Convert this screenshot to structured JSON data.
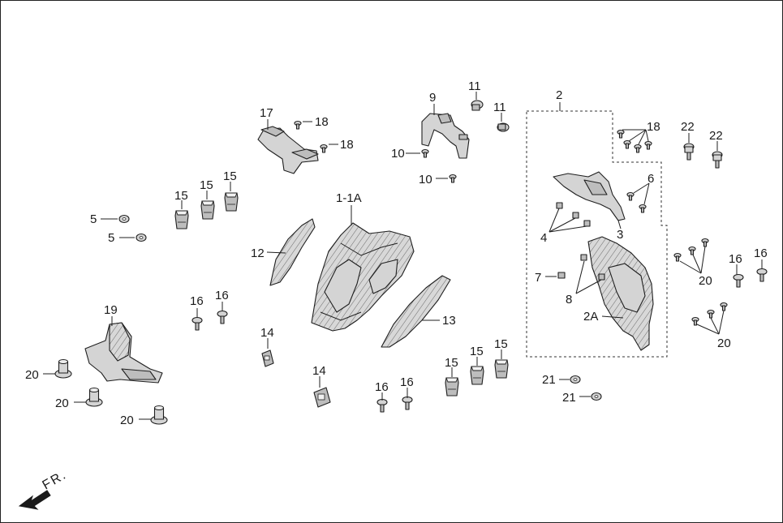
{
  "diagram": {
    "direction_label": "FR.",
    "callouts": {
      "c1_1a": "1-1A",
      "c2": "2",
      "c2a": "2A",
      "c3": "3",
      "c4": "4",
      "c5a": "5",
      "c5b": "5",
      "c6": "6",
      "c7": "7",
      "c8": "8",
      "c9": "9",
      "c10a": "10",
      "c10b": "10",
      "c11a": "11",
      "c11b": "11",
      "c12": "12",
      "c13": "13",
      "c14a": "14",
      "c14b": "14",
      "c15a": "15",
      "c15b": "15",
      "c15c": "15",
      "c15d": "15",
      "c15e": "15",
      "c15f": "15",
      "c16a": "16",
      "c16b": "16",
      "c16c": "16",
      "c16d": "16",
      "c16e": "16",
      "c16f": "16",
      "c17": "17",
      "c18a": "18",
      "c18b": "18",
      "c18c": "18",
      "c19": "19",
      "c20a": "20",
      "c20b": "20",
      "c20c": "20",
      "c20d": "20",
      "c20e": "20",
      "c21a": "21",
      "c21b": "21",
      "c22a": "22",
      "c22b": "22"
    }
  }
}
